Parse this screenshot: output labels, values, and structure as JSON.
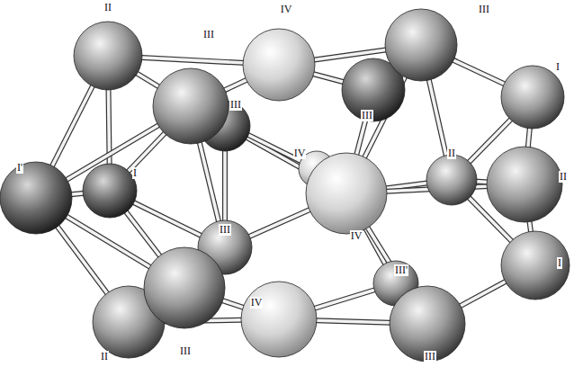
{
  "diagram": {
    "labels": [
      "II",
      "IV",
      "III",
      "III",
      "III",
      "III",
      "I",
      "I'",
      "I",
      "IV",
      "II",
      "II",
      "III",
      "IV",
      "I",
      "III'",
      "IV",
      "III",
      "II",
      "III"
    ]
  }
}
